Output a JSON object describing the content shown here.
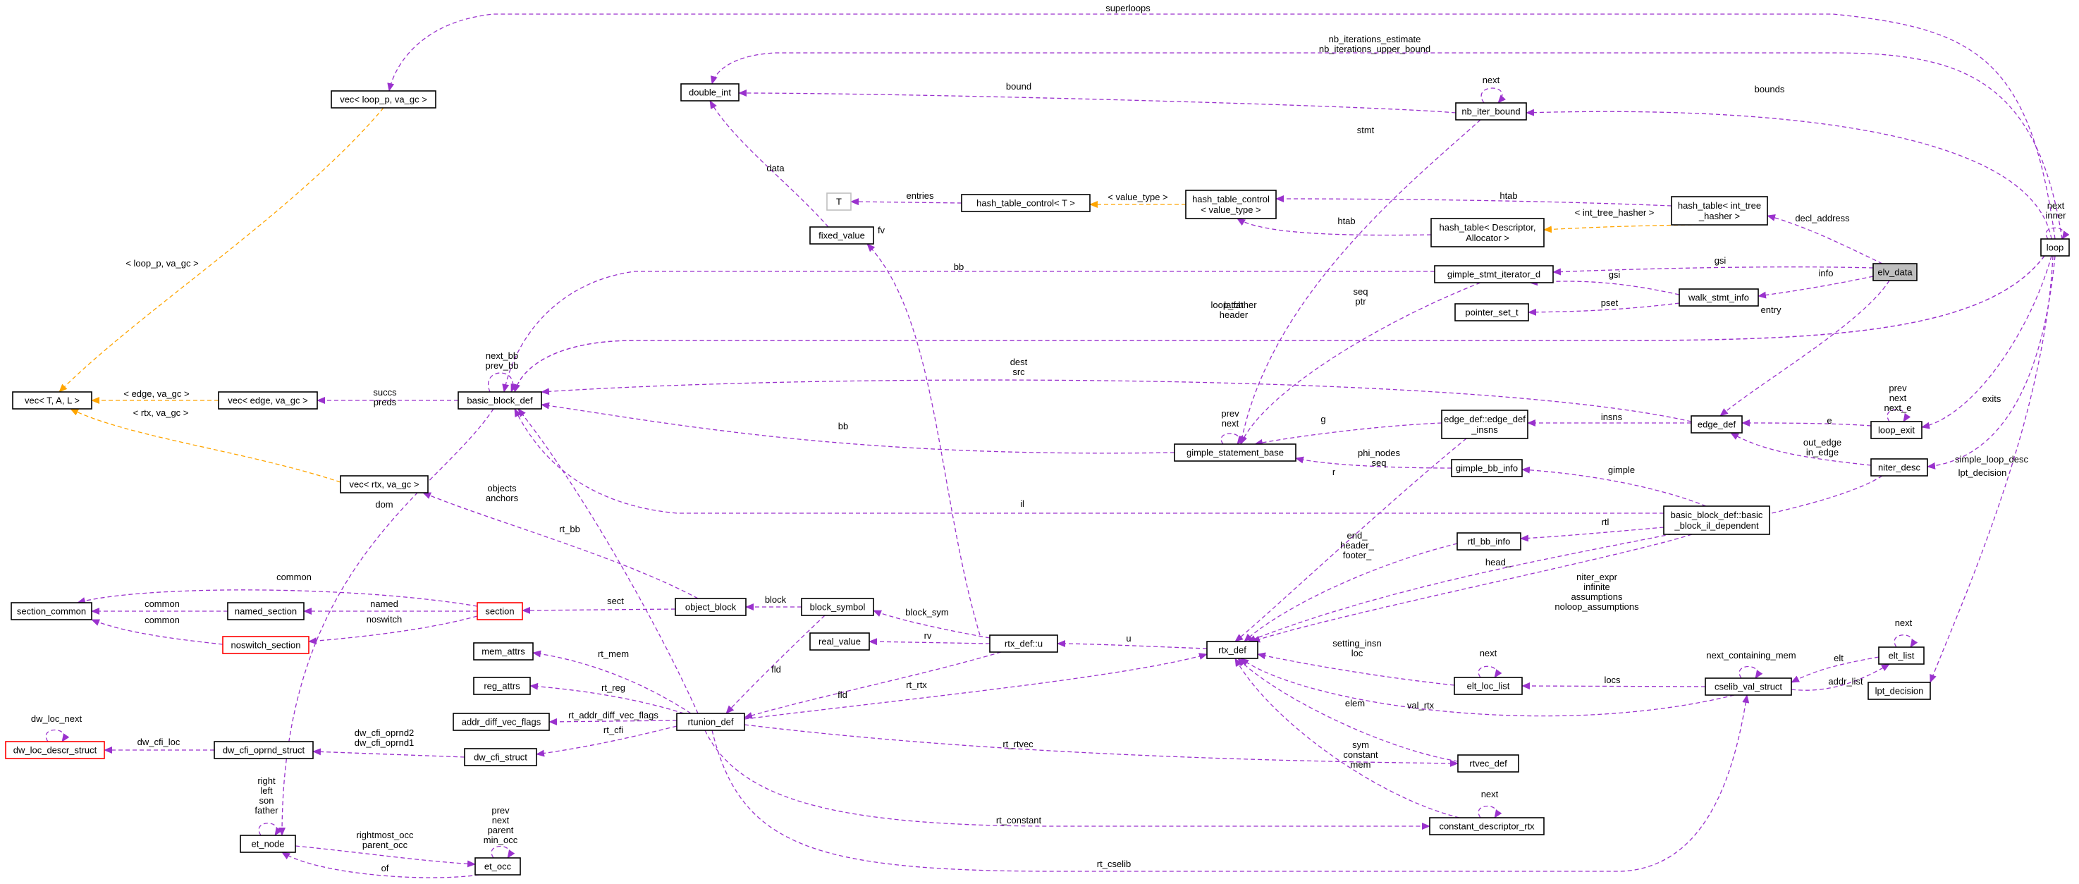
{
  "diagram": {
    "colors": {
      "member": "#9a32cd",
      "template": "#ffa500",
      "box": "#000000",
      "red_box": "#ff0000",
      "highlight": "#bfbfbf",
      "placeholder_box": "#bfbfbf"
    },
    "nodes": [
      {
        "id": "superloops_vec",
        "lines": [
          "vec< loop_p, va_gc >"
        ]
      },
      {
        "id": "vec_tal",
        "lines": [
          "vec< T, A, L >"
        ]
      },
      {
        "id": "vec_edge",
        "lines": [
          "vec< edge, va_gc >"
        ]
      },
      {
        "id": "vec_rtx",
        "lines": [
          "vec< rtx, va_gc >"
        ]
      },
      {
        "id": "double_int",
        "lines": [
          "double_int"
        ]
      },
      {
        "id": "T",
        "lines": [
          "T"
        ]
      },
      {
        "id": "htc_T",
        "lines": [
          "hash_table_control< T >"
        ]
      },
      {
        "id": "fixed_value",
        "lines": [
          "fixed_value"
        ]
      },
      {
        "id": "htc_vt",
        "lines": [
          "hash_table_control",
          "< value_type >"
        ]
      },
      {
        "id": "nb_iter_bound",
        "lines": [
          "nb_iter_bound"
        ]
      },
      {
        "id": "ht_int_tree",
        "lines": [
          "hash_table< int_tree",
          "_hasher >"
        ]
      },
      {
        "id": "ht_descriptor",
        "lines": [
          "hash_table< Descriptor,",
          "Allocator >"
        ]
      },
      {
        "id": "gsi_d",
        "lines": [
          "gimple_stmt_iterator_d"
        ]
      },
      {
        "id": "walk_stmt_info",
        "lines": [
          "walk_stmt_info"
        ]
      },
      {
        "id": "elv_data",
        "lines": [
          "elv_data"
        ]
      },
      {
        "id": "loop",
        "lines": [
          "loop"
        ]
      },
      {
        "id": "pointer_set_t",
        "lines": [
          "pointer_set_t"
        ]
      },
      {
        "id": "basic_block_def",
        "lines": [
          "basic_block_def"
        ]
      },
      {
        "id": "edge_def_insns",
        "lines": [
          "edge_def::edge_def",
          "_insns"
        ]
      },
      {
        "id": "edge_def",
        "lines": [
          "edge_def"
        ]
      },
      {
        "id": "loop_exit",
        "lines": [
          "loop_exit"
        ]
      },
      {
        "id": "gimple_statement_base",
        "lines": [
          "gimple_statement_base"
        ]
      },
      {
        "id": "gimple_bb_info",
        "lines": [
          "gimple_bb_info"
        ]
      },
      {
        "id": "niter_desc",
        "lines": [
          "niter_desc"
        ]
      },
      {
        "id": "bbd_il",
        "lines": [
          "basic_block_def::basic",
          "_block_il_dependent"
        ]
      },
      {
        "id": "rtl_bb_info",
        "lines": [
          "rtl_bb_info"
        ]
      },
      {
        "id": "section_common",
        "lines": [
          "section_common"
        ]
      },
      {
        "id": "named_section",
        "lines": [
          "named_section"
        ]
      },
      {
        "id": "section",
        "lines": [
          "section"
        ]
      },
      {
        "id": "noswitch_section",
        "lines": [
          "noswitch_section"
        ]
      },
      {
        "id": "object_block",
        "lines": [
          "object_block"
        ]
      },
      {
        "id": "block_symbol",
        "lines": [
          "block_symbol"
        ]
      },
      {
        "id": "real_value",
        "lines": [
          "real_value"
        ]
      },
      {
        "id": "rtx_def_u",
        "lines": [
          "rtx_def::u"
        ]
      },
      {
        "id": "rtx_def",
        "lines": [
          "rtx_def"
        ]
      },
      {
        "id": "elt_loc_list",
        "lines": [
          "elt_loc_list"
        ]
      },
      {
        "id": "cselib_val_struct",
        "lines": [
          "cselib_val_struct"
        ]
      },
      {
        "id": "elt_list",
        "lines": [
          "elt_list"
        ]
      },
      {
        "id": "lpt_decision",
        "lines": [
          "lpt_decision"
        ]
      },
      {
        "id": "mem_attrs",
        "lines": [
          "mem_attrs"
        ]
      },
      {
        "id": "reg_attrs",
        "lines": [
          "reg_attrs"
        ]
      },
      {
        "id": "addr_diff_vec_flags",
        "lines": [
          "addr_diff_vec_flags"
        ]
      },
      {
        "id": "rtunion_def",
        "lines": [
          "rtunion_def"
        ]
      },
      {
        "id": "dw_loc_descr_struct",
        "lines": [
          "dw_loc_descr_struct"
        ]
      },
      {
        "id": "dw_cfi_oprnd_struct",
        "lines": [
          "dw_cfi_oprnd_struct"
        ]
      },
      {
        "id": "dw_cfi_struct",
        "lines": [
          "dw_cfi_struct"
        ]
      },
      {
        "id": "rtvec_def",
        "lines": [
          "rtvec_def"
        ]
      },
      {
        "id": "et_node",
        "lines": [
          "et_node"
        ]
      },
      {
        "id": "et_occ",
        "lines": [
          "et_occ"
        ]
      },
      {
        "id": "constant_descriptor_rtx",
        "lines": [
          "constant_descriptor_rtx"
        ]
      }
    ],
    "edges": [
      {
        "from": "loop",
        "to": "superloops_vec",
        "kind": "member",
        "labels": [
          "superloops"
        ]
      },
      {
        "from": "superloops_vec",
        "to": "vec_tal",
        "kind": "template",
        "labels": [
          "< loop_p, va_gc >"
        ]
      },
      {
        "from": "vec_edge",
        "to": "vec_tal",
        "kind": "template",
        "labels": [
          "< edge, va_gc >"
        ]
      },
      {
        "from": "vec_rtx",
        "to": "vec_tal",
        "kind": "template",
        "labels": [
          "< rtx, va_gc >"
        ]
      },
      {
        "from": "loop",
        "to": "double_int",
        "kind": "member",
        "labels": [
          "nb_iterations_estimate",
          "nb_iterations_upper_bound"
        ]
      },
      {
        "from": "nb_iter_bound",
        "to": "double_int",
        "kind": "member",
        "labels": [
          "bound"
        ]
      },
      {
        "from": "nb_iter_bound",
        "to": "nb_iter_bound",
        "kind": "member",
        "labels": [
          "next"
        ]
      },
      {
        "from": "loop",
        "to": "nb_iter_bound",
        "kind": "member",
        "labels": [
          "bounds"
        ]
      },
      {
        "from": "fixed_value",
        "to": "double_int",
        "kind": "member",
        "labels": [
          "data"
        ]
      },
      {
        "from": "htc_T",
        "to": "T",
        "kind": "member",
        "labels": [
          "entries"
        ]
      },
      {
        "from": "htc_vt",
        "to": "htc_T",
        "kind": "template",
        "labels": [
          "< value_type >"
        ]
      },
      {
        "from": "ht_int_tree",
        "to": "htc_vt",
        "kind": "member",
        "labels": [
          "htab"
        ]
      },
      {
        "from": "ht_descriptor",
        "to": "htc_vt",
        "kind": "member",
        "labels": [
          "htab"
        ]
      },
      {
        "from": "ht_int_tree",
        "to": "ht_descriptor",
        "kind": "template",
        "labels": [
          "< int_tree_hasher >"
        ]
      },
      {
        "from": "elv_data",
        "to": "ht_int_tree",
        "kind": "member",
        "labels": [
          "decl_address"
        ]
      },
      {
        "from": "loop",
        "to": "loop",
        "kind": "member",
        "labels": [
          "next",
          "inner"
        ]
      },
      {
        "from": "loop",
        "to": "basic_block_def",
        "kind": "member",
        "labels": [
          "loop_father"
        ]
      },
      {
        "from": "nb_iter_bound",
        "to": "gimple_statement_base",
        "kind": "member",
        "labels": [
          "stmt"
        ]
      },
      {
        "from": "elv_data",
        "to": "gsi_d",
        "kind": "member",
        "labels": [
          "gsi"
        ]
      },
      {
        "from": "elv_data",
        "to": "walk_stmt_info",
        "kind": "member",
        "labels": [
          "info"
        ]
      },
      {
        "from": "walk_stmt_info",
        "to": "gsi_d",
        "kind": "member",
        "labels": [
          "gsi"
        ]
      },
      {
        "from": "walk_stmt_info",
        "to": "pointer_set_t",
        "kind": "member",
        "labels": [
          "pset"
        ]
      },
      {
        "from": "gsi_d",
        "to": "basic_block_def",
        "kind": "member",
        "labels": [
          "bb"
        ]
      },
      {
        "from": "gsi_d",
        "to": "gimple_statement_base",
        "kind": "member",
        "labels": [
          "seq",
          "ptr"
        ]
      },
      {
        "from": "rtx_def_u",
        "to": "fixed_value",
        "kind": "member",
        "labels": [
          "fv"
        ]
      },
      {
        "from": "loop",
        "to": "basic_block_def",
        "kind": "member",
        "labels": [
          "latch",
          "header"
        ]
      },
      {
        "from": "elv_data",
        "to": "edge_def",
        "kind": "member",
        "labels": [
          "entry"
        ]
      },
      {
        "from": "edge_def",
        "to": "basic_block_def",
        "kind": "member",
        "labels": [
          "dest",
          "src"
        ]
      },
      {
        "from": "basic_block_def",
        "to": "basic_block_def",
        "kind": "member",
        "labels": [
          "next_bb",
          "prev_bb"
        ]
      },
      {
        "from": "basic_block_def",
        "to": "vec_edge",
        "kind": "member",
        "labels": [
          "succs",
          "preds"
        ]
      },
      {
        "from": "edge_def",
        "to": "edge_def_insns",
        "kind": "member",
        "labels": [
          "insns"
        ]
      },
      {
        "from": "edge_def_insns",
        "to": "gimple_statement_base",
        "kind": "member",
        "labels": [
          "g"
        ]
      },
      {
        "from": "edge_def_insns",
        "to": "rtx_def",
        "kind": "member",
        "labels": [
          "r"
        ]
      },
      {
        "from": "loop_exit",
        "to": "edge_def",
        "kind": "member",
        "labels": [
          "e"
        ]
      },
      {
        "from": "loop_exit",
        "to": "loop_exit",
        "kind": "member",
        "labels": [
          "prev",
          "next",
          "next_e"
        ]
      },
      {
        "from": "loop",
        "to": "loop_exit",
        "kind": "member",
        "labels": [
          "exits"
        ]
      },
      {
        "from": "niter_desc",
        "to": "edge_def",
        "kind": "member",
        "labels": [
          "out_edge",
          "in_edge"
        ]
      },
      {
        "from": "loop",
        "to": "niter_desc",
        "kind": "member",
        "labels": [
          "simple_loop_desc"
        ]
      },
      {
        "from": "gimple_statement_base",
        "to": "gimple_statement_base",
        "kind": "member",
        "labels": [
          "prev",
          "next"
        ]
      },
      {
        "from": "edge_def_insns",
        "to": "basic_block_def",
        "kind": "member",
        "labels": [
          "bb"
        ]
      },
      {
        "from": "gimple_bb_info",
        "to": "gimple_statement_base",
        "kind": "member",
        "labels": [
          "phi_nodes",
          "seq"
        ]
      },
      {
        "from": "bbd_il",
        "to": "gimple_bb_info",
        "kind": "member",
        "labels": [
          "gimple"
        ]
      },
      {
        "from": "bbd_il",
        "to": "rtl_bb_info",
        "kind": "member",
        "labels": [
          "rtl"
        ]
      },
      {
        "from": "basic_block_def",
        "to": "bbd_il",
        "kind": "member",
        "labels": [
          "il"
        ]
      },
      {
        "from": "loop",
        "to": "lpt_decision",
        "kind": "member",
        "labels": [
          "lpt_decision"
        ]
      },
      {
        "from": "object_block",
        "to": "vec_rtx",
        "kind": "member",
        "labels": [
          "objects",
          "anchors"
        ]
      },
      {
        "from": "basic_block_def",
        "to": "et_node",
        "kind": "member",
        "labels": [
          "dom"
        ]
      },
      {
        "from": "rtunion_def",
        "to": "basic_block_def",
        "kind": "member",
        "labels": [
          "rt_bb"
        ]
      },
      {
        "from": "section",
        "to": "section_common",
        "kind": "member",
        "labels": [
          "common"
        ]
      },
      {
        "from": "named_section",
        "to": "section_common",
        "kind": "member",
        "labels": [
          "common"
        ]
      },
      {
        "from": "noswitch_section",
        "to": "section_common",
        "kind": "member",
        "labels": [
          "common"
        ]
      },
      {
        "from": "section",
        "to": "named_section",
        "kind": "member",
        "labels": [
          "named"
        ]
      },
      {
        "from": "section",
        "to": "noswitch_section",
        "kind": "member",
        "labels": [
          "noswitch"
        ]
      },
      {
        "from": "object_block",
        "to": "section",
        "kind": "member",
        "labels": [
          "sect"
        ]
      },
      {
        "from": "block_symbol",
        "to": "object_block",
        "kind": "member",
        "labels": [
          "block"
        ]
      },
      {
        "from": "rtx_def_u",
        "to": "block_symbol",
        "kind": "member",
        "labels": [
          "block_sym"
        ]
      },
      {
        "from": "rtx_def_u",
        "to": "real_value",
        "kind": "member",
        "labels": [
          "rv"
        ]
      },
      {
        "from": "rtx_def",
        "to": "rtx_def_u",
        "kind": "member",
        "labels": [
          "u"
        ]
      },
      {
        "from": "niter_desc",
        "to": "rtx_def",
        "kind": "member",
        "labels": [
          "niter_expr",
          "infinite",
          "assumptions",
          "noloop_assumptions"
        ]
      },
      {
        "from": "rtl_bb_info",
        "to": "rtx_def",
        "kind": "member",
        "labels": [
          "end_",
          "header_",
          "footer_"
        ]
      },
      {
        "from": "bbd_il",
        "to": "rtx_def",
        "kind": "member",
        "labels": [
          "head_"
        ]
      },
      {
        "from": "elt_loc_list",
        "to": "rtx_def",
        "kind": "member",
        "labels": [
          "setting_insn",
          "loc"
        ]
      },
      {
        "from": "elt_loc_list",
        "to": "elt_loc_list",
        "kind": "member",
        "labels": [
          "next"
        ]
      },
      {
        "from": "cselib_val_struct",
        "to": "elt_loc_list",
        "kind": "member",
        "labels": [
          "locs"
        ]
      },
      {
        "from": "cselib_val_struct",
        "to": "cselib_val_struct",
        "kind": "member",
        "labels": [
          "next_containing_mem"
        ]
      },
      {
        "from": "cselib_val_struct",
        "to": "rtx_def",
        "kind": "member",
        "labels": [
          "val_rtx"
        ]
      },
      {
        "from": "cselib_val_struct",
        "to": "elt_list",
        "kind": "member",
        "labels": [
          "addr_list"
        ]
      },
      {
        "from": "elt_list",
        "to": "cselib_val_struct",
        "kind": "member",
        "labels": [
          "elt"
        ]
      },
      {
        "from": "elt_list",
        "to": "elt_list",
        "kind": "member",
        "labels": [
          "next"
        ]
      },
      {
        "from": "rtvec_def",
        "to": "rtx_def",
        "kind": "member",
        "labels": [
          "elem"
        ]
      },
      {
        "from": "rtunion_def",
        "to": "rtx_def",
        "kind": "member",
        "labels": [
          "rt_rtx"
        ]
      },
      {
        "from": "block_symbol",
        "to": "rtunion_def",
        "kind": "member",
        "labels": [
          "fld"
        ]
      },
      {
        "from": "rtx_def_u",
        "to": "rtunion_def",
        "kind": "member",
        "labels": [
          "fld"
        ]
      },
      {
        "from": "rtunion_def",
        "to": "mem_attrs",
        "kind": "member",
        "labels": [
          "rt_mem"
        ]
      },
      {
        "from": "rtunion_def",
        "to": "reg_attrs",
        "kind": "member",
        "labels": [
          "rt_reg"
        ]
      },
      {
        "from": "rtunion_def",
        "to": "addr_diff_vec_flags",
        "kind": "member",
        "labels": [
          "rt_addr_diff_vec_flags"
        ]
      },
      {
        "from": "rtunion_def",
        "to": "dw_cfi_struct",
        "kind": "member",
        "labels": [
          "rt_cfi"
        ]
      },
      {
        "from": "dw_cfi_struct",
        "to": "dw_cfi_oprnd_struct",
        "kind": "member",
        "labels": [
          "dw_cfi_oprnd2",
          "dw_cfi_oprnd1"
        ]
      },
      {
        "from": "dw_cfi_oprnd_struct",
        "to": "dw_loc_descr_struct",
        "kind": "member",
        "labels": [
          "dw_cfi_loc"
        ]
      },
      {
        "from": "dw_loc_descr_struct",
        "to": "dw_loc_descr_struct",
        "kind": "member",
        "labels": [
          "dw_loc_next"
        ]
      },
      {
        "from": "rtunion_def",
        "to": "rtvec_def",
        "kind": "member",
        "labels": [
          "rt_rtvec"
        ]
      },
      {
        "from": "et_node",
        "to": "et_node",
        "kind": "member",
        "labels": [
          "right",
          "left",
          "son",
          "father"
        ]
      },
      {
        "from": "et_node",
        "to": "et_occ",
        "kind": "member",
        "labels": [
          "rightmost_occ",
          "parent_occ"
        ]
      },
      {
        "from": "et_occ",
        "to": "et_node",
        "kind": "member",
        "labels": [
          "of"
        ]
      },
      {
        "from": "et_occ",
        "to": "et_occ",
        "kind": "member",
        "labels": [
          "prev",
          "next",
          "parent",
          "min_occ"
        ]
      },
      {
        "from": "rtunion_def",
        "to": "constant_descriptor_rtx",
        "kind": "member",
        "labels": [
          "rt_constant"
        ]
      },
      {
        "from": "constant_descriptor_rtx",
        "to": "constant_descriptor_rtx",
        "kind": "member",
        "labels": [
          "next"
        ]
      },
      {
        "from": "constant_descriptor_rtx",
        "to": "rtx_def",
        "kind": "member",
        "labels": [
          "sym",
          "constant",
          "mem"
        ]
      },
      {
        "from": "rtunion_def",
        "to": "cselib_val_struct",
        "kind": "member",
        "labels": [
          "rt_cselib"
        ]
      }
    ]
  }
}
